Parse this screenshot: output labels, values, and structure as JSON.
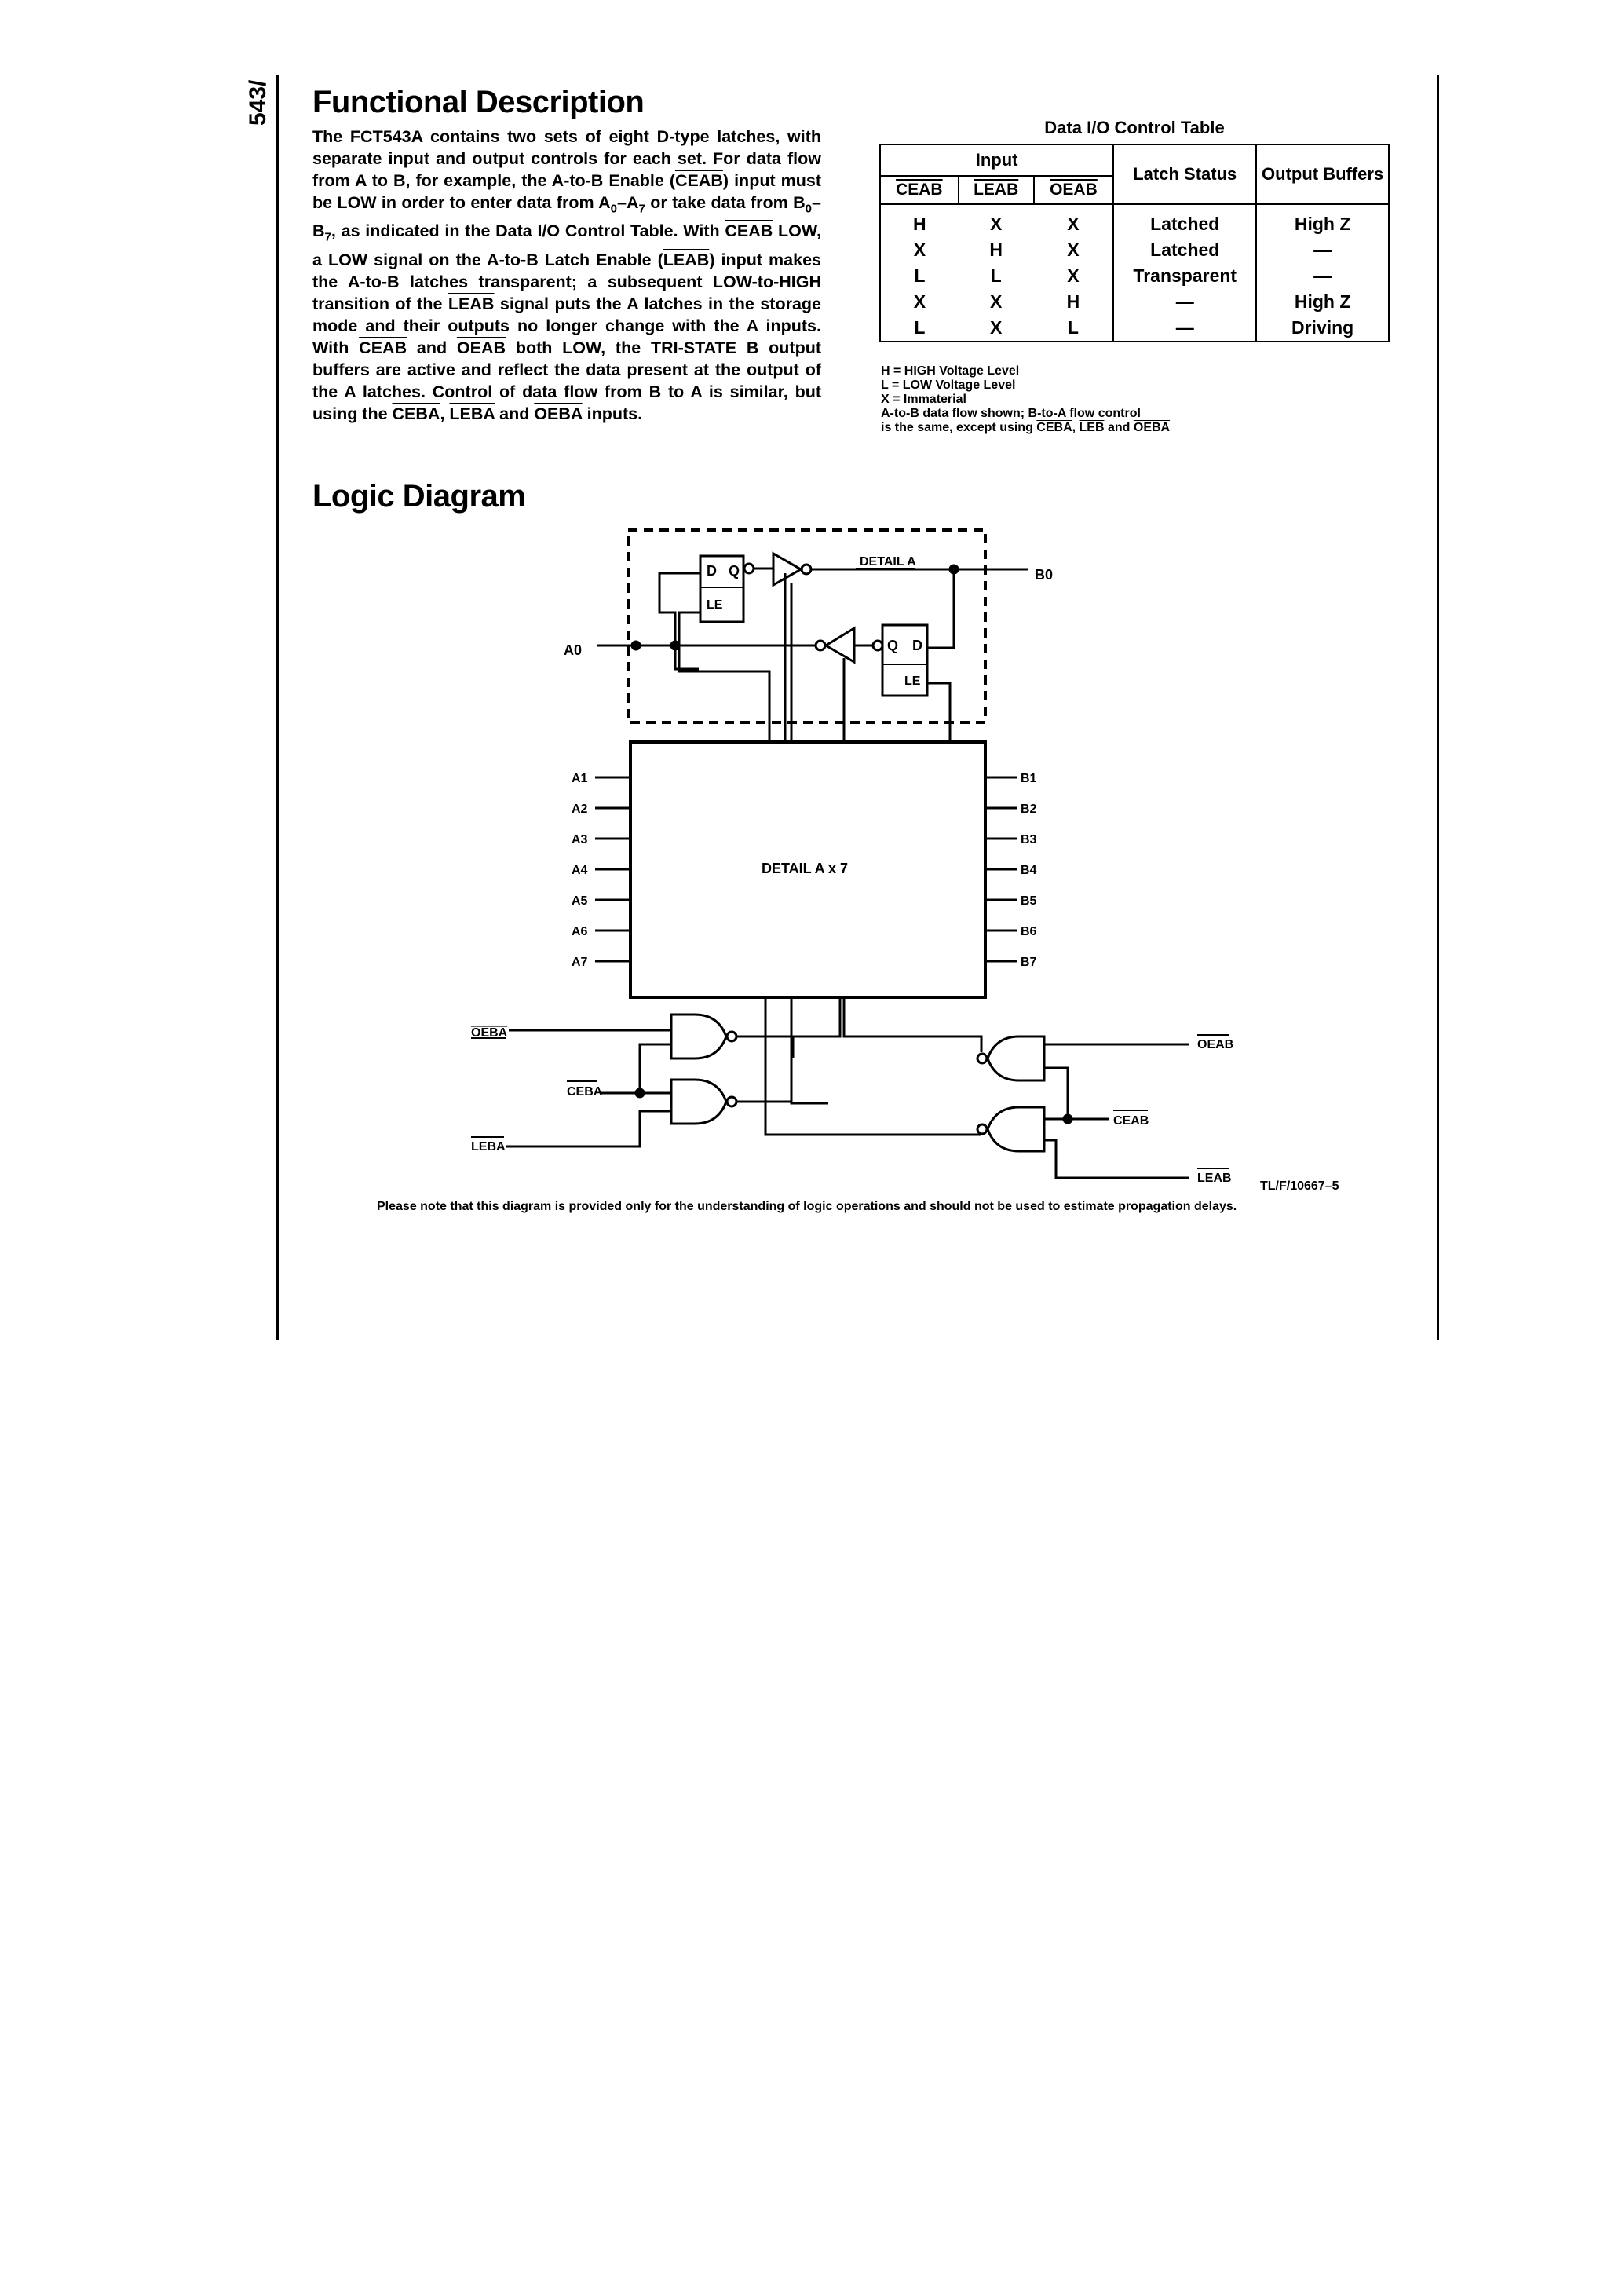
{
  "side_code": "543/",
  "functional_description": {
    "heading": "Functional Description",
    "paragraph": [
      {
        "t": "The FCT543A contains two sets of eight D-type latches, with separate input and output controls for each set. For data flow from A to B, for example, the A-to-B Enable ("
      },
      {
        "t": "CEAB",
        "ov": true
      },
      {
        "t": ") input must be LOW in order to enter data from A"
      },
      {
        "t": "0",
        "sub": true
      },
      {
        "t": "–A"
      },
      {
        "t": "7",
        "sub": true
      },
      {
        "t": " or take data from B"
      },
      {
        "t": "0",
        "sub": true
      },
      {
        "t": "–B"
      },
      {
        "t": "7",
        "sub": true
      },
      {
        "t": ", as indicated in the Data I/O Control Table. With "
      },
      {
        "t": "CEAB",
        "ov": true
      },
      {
        "t": " LOW, a LOW signal on the A-to-B Latch Enable ("
      },
      {
        "t": "LEAB",
        "ov": true
      },
      {
        "t": ") input makes the A-to-B latches transparent; a subsequent LOW-to-HIGH transition of the "
      },
      {
        "t": "LEAB",
        "ov": true
      },
      {
        "t": " signal puts the A latches in the storage mode and their outputs no longer change with the A inputs. With "
      },
      {
        "t": "CEAB",
        "ov": true
      },
      {
        "t": " and "
      },
      {
        "t": "OEAB",
        "ov": true
      },
      {
        "t": " both LOW, the TRI-STATE B output buffers are active and reflect the data present at the output of the A latches. Control of data flow from B to A is similar, but using the "
      },
      {
        "t": "CEBA",
        "ov": true
      },
      {
        "t": ", "
      },
      {
        "t": "LEBA",
        "ov": true
      },
      {
        "t": " and "
      },
      {
        "t": "OEBA",
        "ov": true
      },
      {
        "t": " inputs."
      }
    ]
  },
  "control_table": {
    "title": "Data I/O Control Table",
    "group_header": "Input",
    "latch_status_header": "Latch Status",
    "output_buffers_header": "Output Buffers",
    "sub_headers": [
      "CEAB",
      "LEAB",
      "OEAB"
    ],
    "rows": [
      {
        "ceab": "H",
        "leab": "X",
        "oeab": "X",
        "latch": "Latched",
        "output": "High Z"
      },
      {
        "ceab": "X",
        "leab": "H",
        "oeab": "X",
        "latch": "Latched",
        "output": "—"
      },
      {
        "ceab": "L",
        "leab": "L",
        "oeab": "X",
        "latch": "Transparent",
        "output": "—"
      },
      {
        "ceab": "X",
        "leab": "X",
        "oeab": "H",
        "latch": "—",
        "output": "High Z"
      },
      {
        "ceab": "L",
        "leab": "X",
        "oeab": "L",
        "latch": "—",
        "output": "Driving"
      }
    ],
    "notes": [
      "H = HIGH Voltage Level",
      "L = LOW Voltage Level",
      "X = Immaterial",
      "A-to-B data flow shown; B-to-A flow control"
    ],
    "note_last": [
      {
        "t": "is the same, except using "
      },
      {
        "t": "CEBA",
        "ov": true
      },
      {
        "t": ", "
      },
      {
        "t": "LEB",
        "ov": true
      },
      {
        "t": " and "
      },
      {
        "t": "OEBA",
        "ov": true
      }
    ]
  },
  "logic_diagram": {
    "heading": "Logic Diagram",
    "detail_label": "DETAIL A",
    "block_label": "DETAIL A x 7",
    "latch_d": "D",
    "latch_q": "Q",
    "latch_le": "LE",
    "input_a0": "A0",
    "output_b0": "B0",
    "a_pins": [
      "A1",
      "A2",
      "A3",
      "A4",
      "A5",
      "A6",
      "A7"
    ],
    "b_pins": [
      "B1",
      "B2",
      "B3",
      "B4",
      "B5",
      "B6",
      "B7"
    ],
    "left_controls": [
      "OEBA",
      "CEBA",
      "LEBA"
    ],
    "right_controls": [
      "OEAB",
      "CEAB",
      "LEAB"
    ],
    "figure_id": "TL/F/10667–5",
    "caption": "Please note that this diagram is provided only for the understanding of logic operations and should not be used to estimate propagation delays."
  }
}
